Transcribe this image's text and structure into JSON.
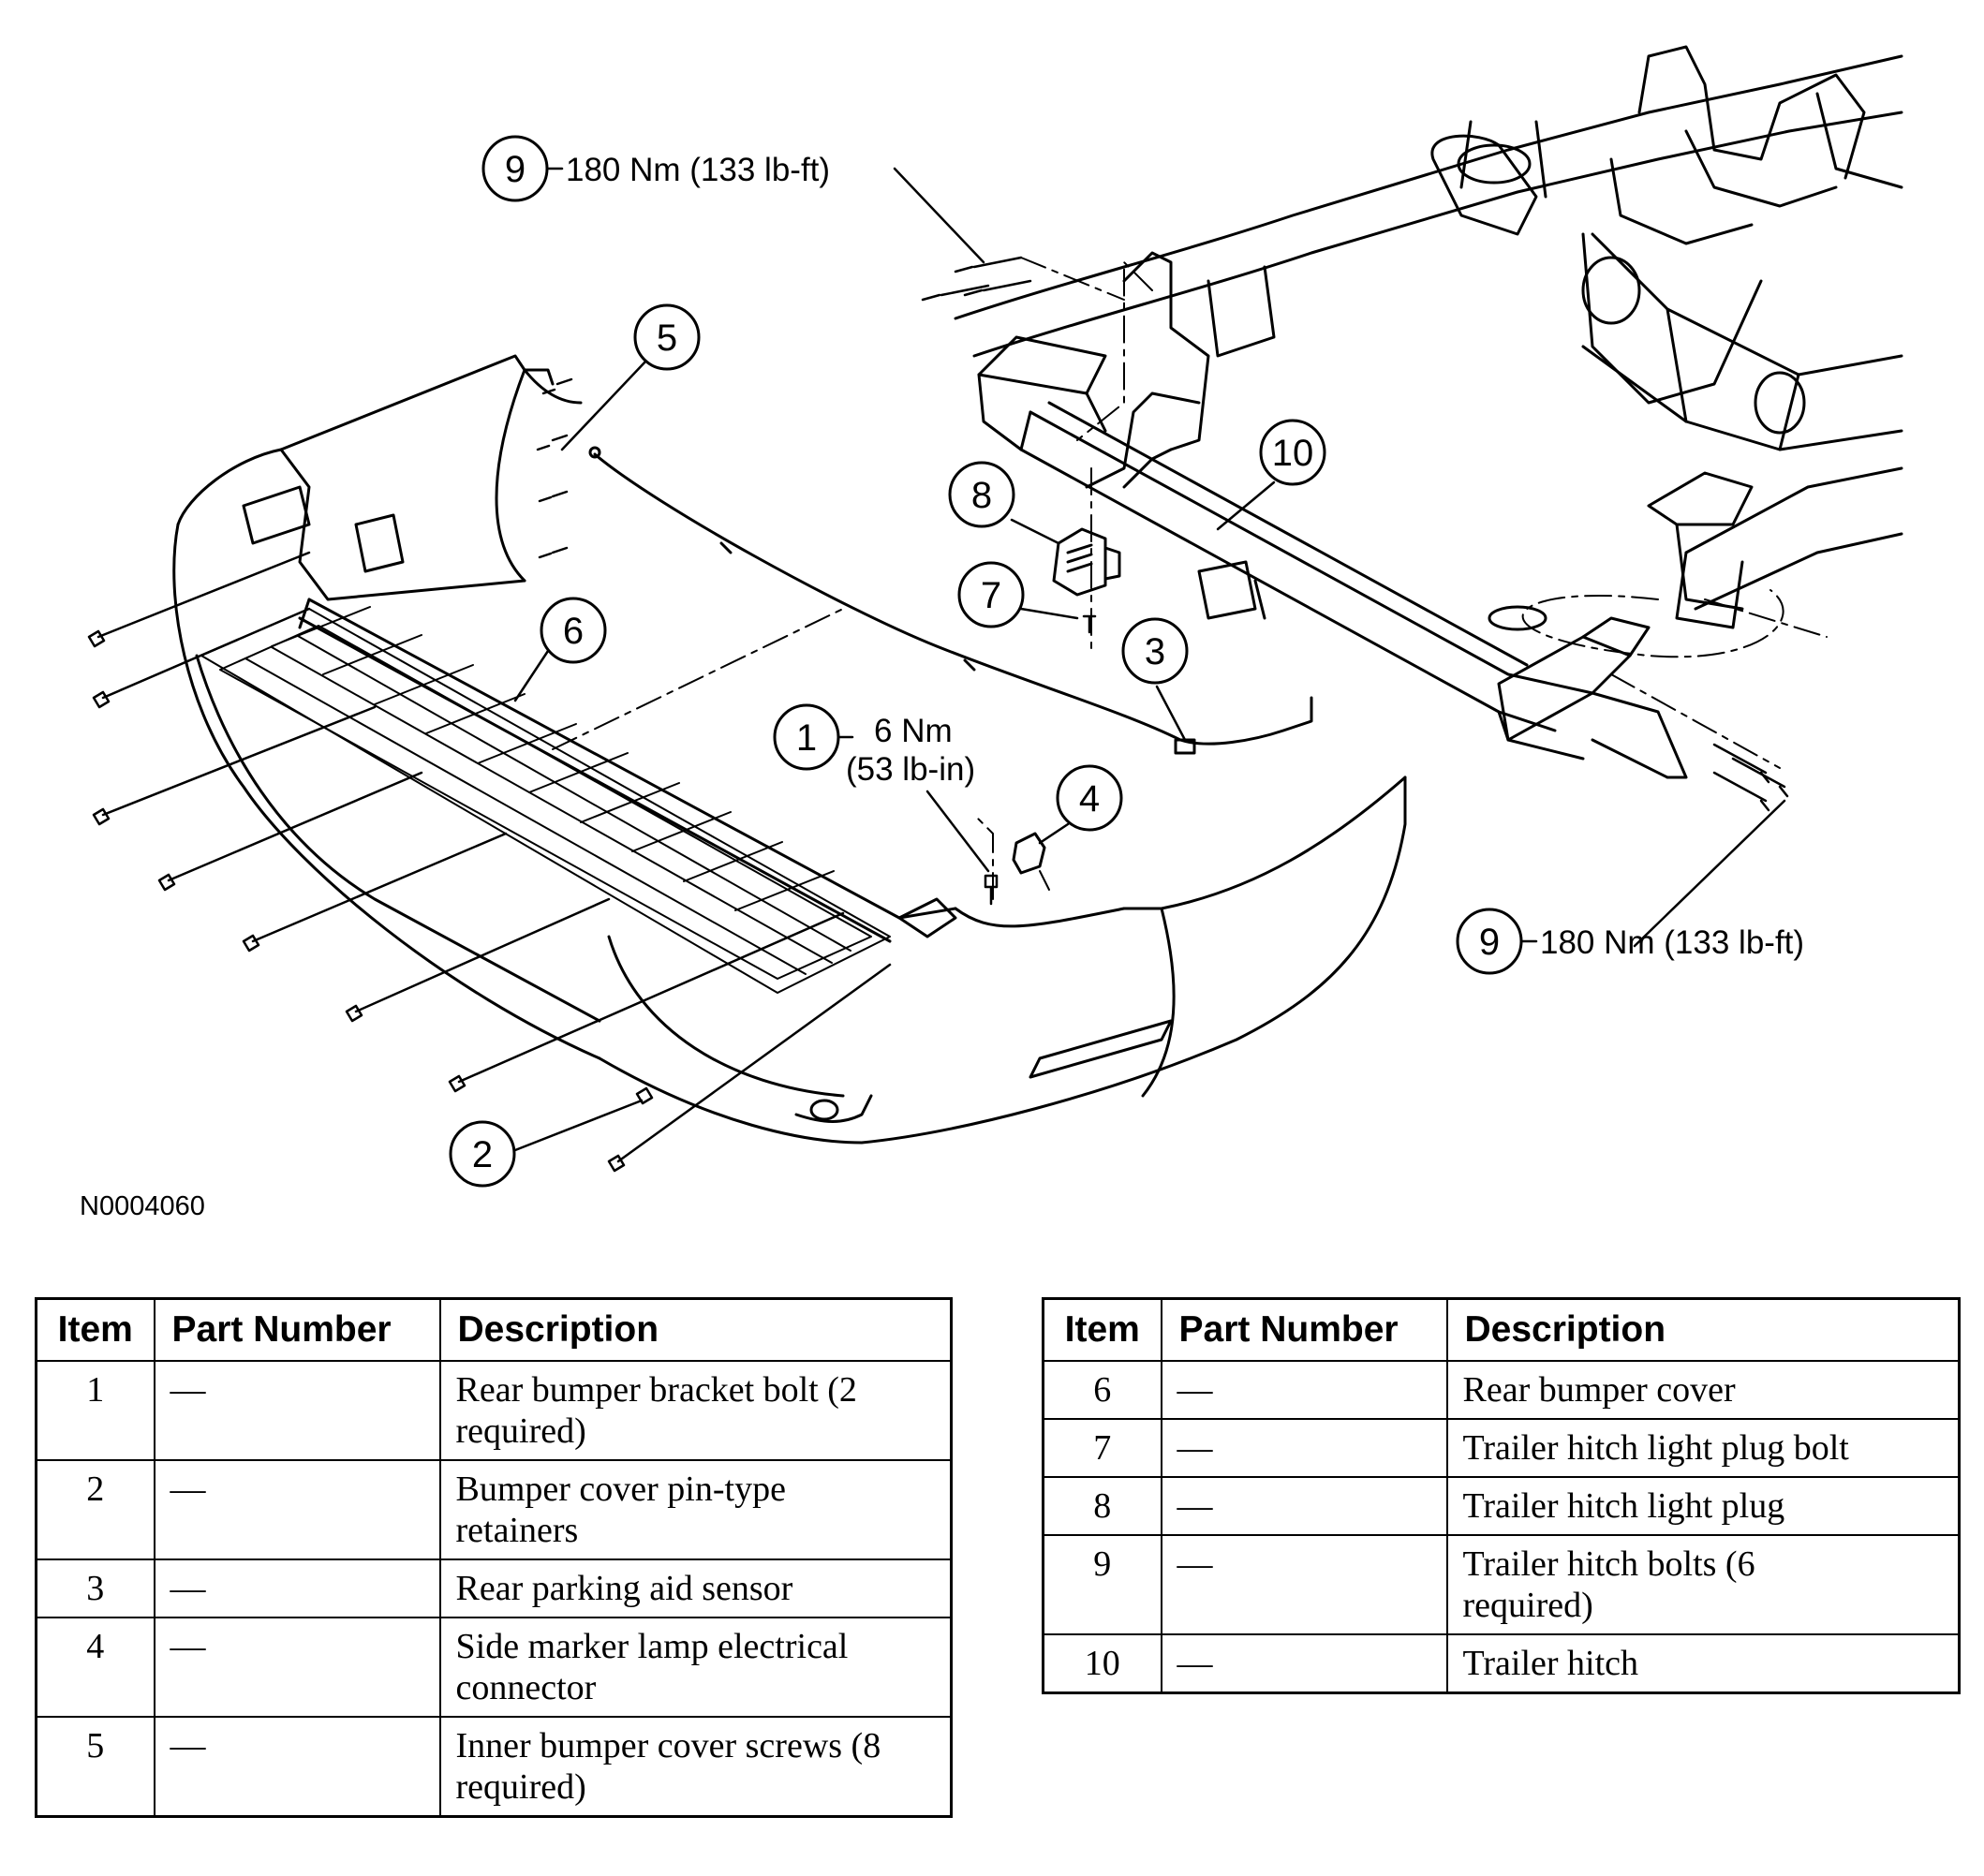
{
  "figure_id": "N0004060",
  "callouts": [
    {
      "num": "1",
      "torque": [
        "6 Nm",
        "(53 lb-in)"
      ]
    },
    {
      "num": "2"
    },
    {
      "num": "3"
    },
    {
      "num": "4"
    },
    {
      "num": "5"
    },
    {
      "num": "6"
    },
    {
      "num": "7"
    },
    {
      "num": "8"
    },
    {
      "num": "9",
      "torque": [
        "180 Nm (133 lb-ft)"
      ]
    },
    {
      "num": "10"
    }
  ],
  "callout_9_lower": {
    "num": "9",
    "torque": "180 Nm (133 lb-ft)"
  },
  "table_headers": [
    "Item",
    "Part Number",
    "Description"
  ],
  "table_left": [
    {
      "item": "1",
      "part": "—",
      "desc": [
        "Rear bumper bracket bolt (2",
        "required)"
      ]
    },
    {
      "item": "2",
      "part": "—",
      "desc": [
        "Bumper cover pin-type",
        "retainers"
      ]
    },
    {
      "item": "3",
      "part": "—",
      "desc": [
        "Rear parking aid sensor"
      ]
    },
    {
      "item": "4",
      "part": "—",
      "desc": [
        "Side marker lamp electrical",
        "connector"
      ]
    },
    {
      "item": "5",
      "part": "—",
      "desc": [
        "Inner bumper cover screws (8",
        "required)"
      ]
    }
  ],
  "table_right": [
    {
      "item": "6",
      "part": "—",
      "desc": [
        "Rear bumper cover"
      ]
    },
    {
      "item": "7",
      "part": "—",
      "desc": [
        "Trailer hitch light plug bolt"
      ]
    },
    {
      "item": "8",
      "part": "—",
      "desc": [
        "Trailer hitch light plug"
      ]
    },
    {
      "item": "9",
      "part": "—",
      "desc": [
        "Trailer hitch bolts (6",
        "required)"
      ]
    },
    {
      "item": "10",
      "part": "—",
      "desc": [
        "Trailer hitch"
      ]
    }
  ]
}
